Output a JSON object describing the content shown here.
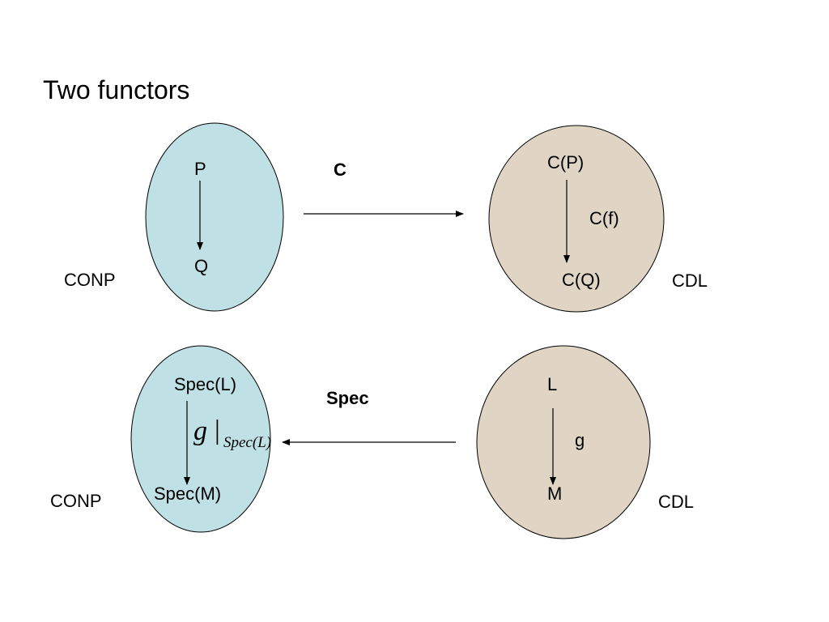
{
  "slide": {
    "title": "Two functors"
  },
  "top_row": {
    "left_category": {
      "label": "CONP",
      "fill": "#bfe0e4",
      "object_top": "P",
      "object_bottom": "Q"
    },
    "functor_label": "C",
    "right_category": {
      "label": "CDL",
      "fill": "#e0d5c4",
      "object_top": "C(P)",
      "morphism": "C(f)",
      "object_bottom": "C(Q)"
    }
  },
  "bottom_row": {
    "left_category": {
      "label": "CONP",
      "fill": "#bfe0e4",
      "object_top": "Spec(L)",
      "morphism_symbol": "g",
      "morphism_bar": "|",
      "morphism_subscript": "Spec(L)",
      "object_bottom": "Spec(M)"
    },
    "functor_label": "Spec",
    "right_category": {
      "label": "CDL",
      "fill": "#e0d5c4",
      "object_top": "L",
      "morphism": "g",
      "object_bottom": "M"
    }
  },
  "colors": {
    "conp_fill": "#bfe0e4",
    "cdl_fill": "#e0d5c4",
    "stroke": "#000000"
  }
}
